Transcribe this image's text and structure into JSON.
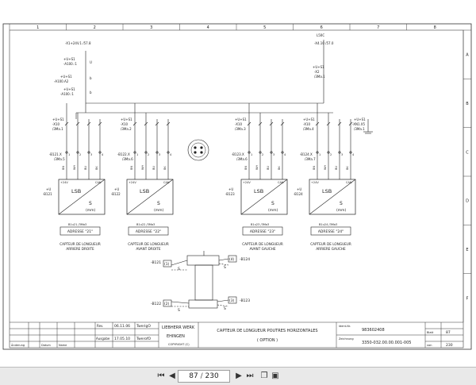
{
  "sheet": {
    "columns": [
      "1",
      "2",
      "3",
      "4",
      "5",
      "6",
      "7",
      "8"
    ],
    "rows": [
      "A",
      "B",
      "C",
      "D",
      "E",
      "F"
    ],
    "supply_left": "-X1+24V.1 /57.8",
    "supply_right": "-X4.10 /57.0",
    "supply_right_top": "L50C",
    "left_tags": [
      "+U+S1",
      "-A100.:1",
      "+U+S1",
      "-A100.A2",
      "+U+S1",
      "-A100.:1"
    ],
    "right_tags": [
      "+U+S1",
      "-X2",
      "/3Ma.1"
    ],
    "side_marks": [
      "U",
      "b",
      "b"
    ],
    "channels": [
      {
        "tag": "+U+S1",
        "conn": "-X10",
        "sub": "/3Ma.1",
        "term": "-B121.X",
        "term_sub": "/3Ma.5",
        "device": "-B121",
        "device_loc": "+U",
        "addr": "ADRESSE \"21\"",
        "addr_ref": "B1u21 /3Ma3",
        "cap1": "CAPTEUR DE LONGUEUR",
        "cap2": "ARRIERE DROITE"
      },
      {
        "tag": "+U+S1",
        "conn": "-X10",
        "sub": "/3Ma.2",
        "term": "-B122.X",
        "term_sub": "/3Ma.6",
        "device": "-B122",
        "device_loc": "+U",
        "addr": "ADRESSE \"22\"",
        "addr_ref": "B1u22 /3Ma3",
        "cap1": "CAPTEUR DE LONGUEUR",
        "cap2": "AVANT DROITE"
      },
      {
        "tag": "+U+S1",
        "conn": "-X10",
        "sub": "/3Ma.3",
        "term": "-B123.X",
        "term_sub": "/3Ma.6",
        "device": "-B123",
        "device_loc": "+U",
        "addr": "ADRESSE \"23\"",
        "addr_ref": "B1u23 /3Ma3",
        "cap1": "CAPTEUR DE LONGUEUR",
        "cap2": "AVANT GAUCHE"
      },
      {
        "tag": "+U+S1",
        "conn": "-X10",
        "sub": "/3Ma.4",
        "term": "-B124.X",
        "term_sub": "/3Ma.7",
        "device": "-B124",
        "device_loc": "+U",
        "addr": "ADRESSE \"24\"",
        "addr_ref": "B1u24 /3Ma3",
        "cap1": "CAPTEUR DE LONGUEUR",
        "cap2": "ARRIERE GAUCHE"
      }
    ],
    "right_terminal": {
      "tag": "+U+S1",
      "conn": "-XN1.X5",
      "sub": "/3Ma.1"
    },
    "pin_top": [
      "1",
      "2",
      "3",
      "4"
    ],
    "pin_wire": [
      "BN",
      "WH",
      "BU",
      "BK"
    ],
    "block": {
      "label": "LSB",
      "top_left": "+24V",
      "top_right": "CAN",
      "sub_left": "S",
      "sub_unit": "(mm)"
    },
    "sensor": {
      "left_top_tag": "-B121",
      "left_top_num": "(1)",
      "left_top_s": "S",
      "left_bot_tag": "-B122",
      "left_bot_num": "(2)",
      "left_bot_s": "S",
      "right_top_tag": "-B124",
      "right_top_num": "(4)",
      "right_top_s": "S",
      "right_bot_tag": "-B123",
      "right_bot_num": "(3)",
      "right_bot_s": "S"
    },
    "title_block": {
      "rev_label": "Rev.",
      "issued_label": "Ausgabe",
      "date1": "06.11.06",
      "name1": "TwerigO",
      "date2": "17.05.10",
      "name2": "TwerofO",
      "company1": "LIEBHERR WERK",
      "company2": "EHINGEN",
      "copyright": "COPYRIGHT (C)",
      "title": "CAPTEUR DE LONGUEUR POUTRES HORIZONTALES",
      "subtitle": "( OPTION )",
      "ident_label": "Ident-Nr.",
      "ident": "983602408",
      "drawing_label": "Zeichnung",
      "drawing": "3350-032.00.00.001-005",
      "sheet_label": "Blatt",
      "sheet_num": "87",
      "sheets_label": "von",
      "sheets_total": "230",
      "col_change": "Änderung",
      "col_date": "Datum",
      "col_name": "Name"
    }
  },
  "viewer": {
    "page_current": "87",
    "page_sep": "/",
    "page_total": "230"
  }
}
